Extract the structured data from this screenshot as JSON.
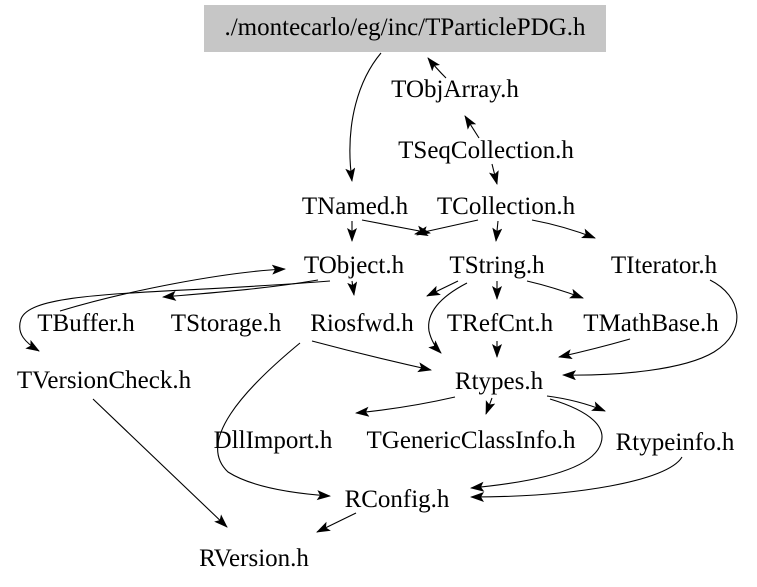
{
  "graph": {
    "type": "include-dependency-graph",
    "root": {
      "label": "./montecarlo/eg/inc/TParticlePDG.h"
    },
    "root_fill_color": "#c6c6c6",
    "text_color": "#000000",
    "edge_color": "#000000",
    "nodes": [
      {
        "label": "TObjArray.h"
      },
      {
        "label": "TSeqCollection.h"
      },
      {
        "label": "TNamed.h"
      },
      {
        "label": "TCollection.h"
      },
      {
        "label": "TObject.h"
      },
      {
        "label": "TString.h"
      },
      {
        "label": "TIterator.h"
      },
      {
        "label": "TBuffer.h"
      },
      {
        "label": "TStorage.h"
      },
      {
        "label": "Riosfwd.h"
      },
      {
        "label": "TRefCnt.h"
      },
      {
        "label": "TMathBase.h"
      },
      {
        "label": "TVersionCheck.h"
      },
      {
        "label": "Rtypes.h"
      },
      {
        "label": "DllImport.h"
      },
      {
        "label": "TGenericClassInfo.h"
      },
      {
        "label": "Rtypeinfo.h"
      },
      {
        "label": "RConfig.h"
      },
      {
        "label": "RVersion.h"
      }
    ],
    "edges": [
      {
        "from": "TObjArray.h",
        "to": "./montecarlo/eg/inc/TParticlePDG.h"
      },
      {
        "from": "./montecarlo/eg/inc/TParticlePDG.h",
        "to": "TNamed.h"
      },
      {
        "from": "TSeqCollection.h",
        "to": "TObjArray.h"
      },
      {
        "from": "TSeqCollection.h",
        "to": "TCollection.h"
      },
      {
        "from": "TNamed.h",
        "to": "TObject.h"
      },
      {
        "from": "TNamed.h",
        "to": "TString.h"
      },
      {
        "from": "TCollection.h",
        "to": "TObject.h"
      },
      {
        "from": "TCollection.h",
        "to": "TString.h"
      },
      {
        "from": "TCollection.h",
        "to": "TIterator.h"
      },
      {
        "from": "TBuffer.h",
        "to": "TObject.h"
      },
      {
        "from": "TObject.h",
        "to": "TStorage.h"
      },
      {
        "from": "TObject.h",
        "to": "TVersionCheck.h"
      },
      {
        "from": "TObject.h",
        "to": "Riosfwd.h"
      },
      {
        "from": "TString.h",
        "to": "Riosfwd.h"
      },
      {
        "from": "TString.h",
        "to": "Rtypes.h"
      },
      {
        "from": "TString.h",
        "to": "TRefCnt.h"
      },
      {
        "from": "TString.h",
        "to": "TMathBase.h"
      },
      {
        "from": "TIterator.h",
        "to": "Rtypes.h"
      },
      {
        "from": "TMathBase.h",
        "to": "Rtypes.h"
      },
      {
        "from": "TRefCnt.h",
        "to": "Rtypes.h"
      },
      {
        "from": "Riosfwd.h",
        "to": "Rtypes.h"
      },
      {
        "from": "Riosfwd.h",
        "to": "RConfig.h"
      },
      {
        "from": "Rtypes.h",
        "to": "DllImport.h"
      },
      {
        "from": "Rtypes.h",
        "to": "TGenericClassInfo.h"
      },
      {
        "from": "Rtypes.h",
        "to": "Rtypeinfo.h"
      },
      {
        "from": "Rtypes.h",
        "to": "RConfig.h"
      },
      {
        "from": "Rtypeinfo.h",
        "to": "RConfig.h"
      },
      {
        "from": "RConfig.h",
        "to": "RVersion.h"
      },
      {
        "from": "TVersionCheck.h",
        "to": "RVersion.h"
      }
    ]
  }
}
